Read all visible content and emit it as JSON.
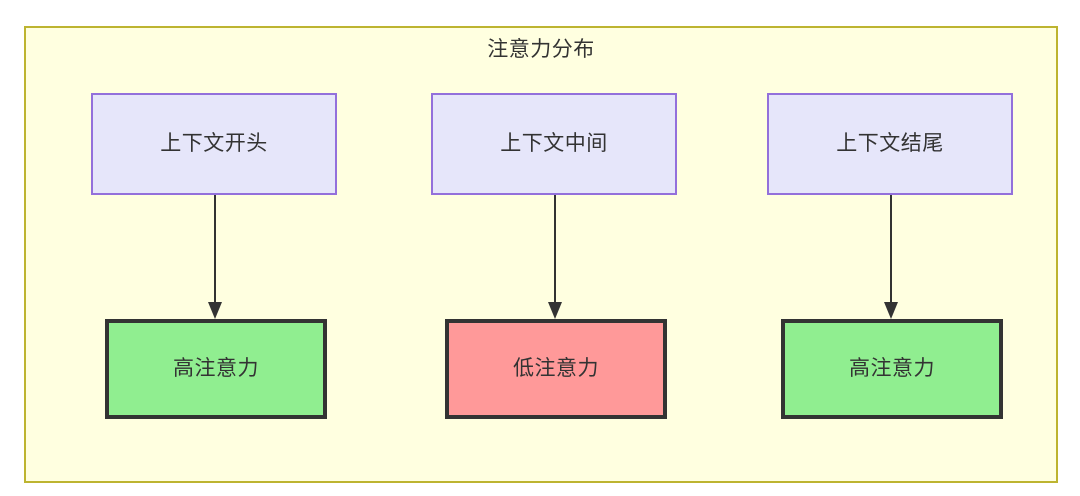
{
  "diagram": {
    "title": "注意力分布",
    "container": {
      "fill": "#ffffe0",
      "border": "#bdb430"
    },
    "top_node_style": {
      "fill": "#e6e6fa",
      "border": "#9370db"
    },
    "bottom_node_border": "#333333",
    "colors": {
      "high_attention": "#90ee90",
      "low_attention": "#ff9999"
    },
    "columns": [
      {
        "source": "上下文开头",
        "target": "高注意力",
        "target_level": "high",
        "edge": "arrow-down-icon"
      },
      {
        "source": "上下文中间",
        "target": "低注意力",
        "target_level": "low",
        "edge": "arrow-down-icon"
      },
      {
        "source": "上下文结尾",
        "target": "高注意力",
        "target_level": "high",
        "edge": "arrow-down-icon"
      }
    ]
  }
}
